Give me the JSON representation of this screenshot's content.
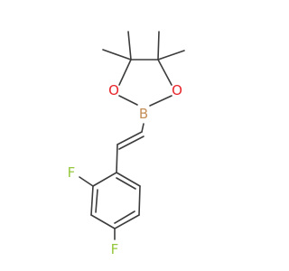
{
  "molecule": {
    "atoms": [
      {
        "id": "B1",
        "symbol": "B",
        "color": "#c58f5a"
      },
      {
        "id": "O1",
        "symbol": "O",
        "color": "#e8232a"
      },
      {
        "id": "O2",
        "symbol": "O",
        "color": "#e8232a"
      },
      {
        "id": "F1",
        "symbol": "F",
        "color": "#94c83d"
      },
      {
        "id": "F2",
        "symbol": "F",
        "color": "#94c83d"
      }
    ],
    "bond_color": "#3c3c3c"
  }
}
